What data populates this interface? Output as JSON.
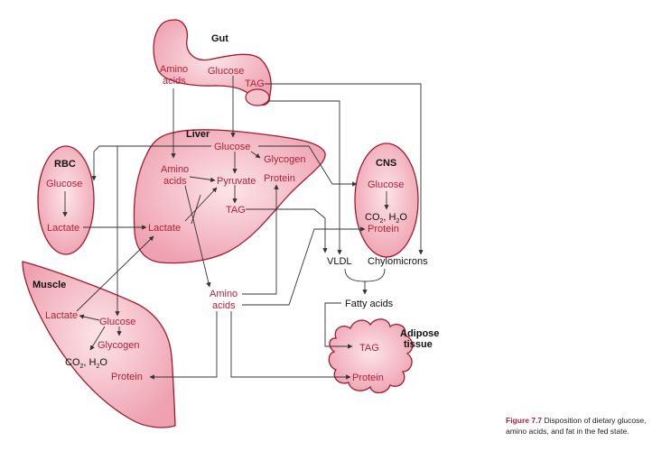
{
  "colors": {
    "organ_text": "#b0203a",
    "organ_stroke": "#a01a2f",
    "organ_fill": "#f3b7c2",
    "line": "#333333"
  },
  "organs": {
    "gut": {
      "title": "Gut",
      "amino": "Amino",
      "acids": "acids",
      "glucose": "Glucose",
      "tag": "TAG"
    },
    "liver": {
      "title": "Liver",
      "glucose": "Glucose",
      "glycogen": "Glycogen",
      "amino": "Amino",
      "acids": "acids",
      "pyruvate": "Pyruvate",
      "protein": "Protein",
      "lactate": "Lactate",
      "tag": "TAG"
    },
    "rbc": {
      "title": "RBC",
      "glucose": "Glucose",
      "lactate": "Lactate"
    },
    "cns": {
      "title": "CNS",
      "glucose": "Glucose",
      "co2": "CO",
      "co2_sub": "2",
      "h2o_pre": ", H",
      "h2o_sub": "2",
      "h2o_post": "O",
      "protein": "Protein"
    },
    "muscle": {
      "title": "Muscle",
      "lactate": "Lactate",
      "glucose": "Glucose",
      "glycogen": "Glycogen",
      "co2": "CO",
      "co2_sub": "2",
      "h2o_pre": ", H",
      "h2o_sub": "2",
      "h2o_post": "O",
      "protein": "Protein"
    },
    "adipose": {
      "title_1": "Adipose",
      "title_2": "tissue",
      "tag": "TAG",
      "protein": "Protein"
    }
  },
  "blood": {
    "vldl": "VLDL",
    "chylomicrons": "Chylomicrons",
    "fatty_acids": "Fatty acids",
    "amino": "Amino",
    "acids": "acids"
  },
  "caption": {
    "label": "Figure 7.7",
    "text": "Disposition of dietary glucose, amino acids, and fat in the fed state."
  }
}
